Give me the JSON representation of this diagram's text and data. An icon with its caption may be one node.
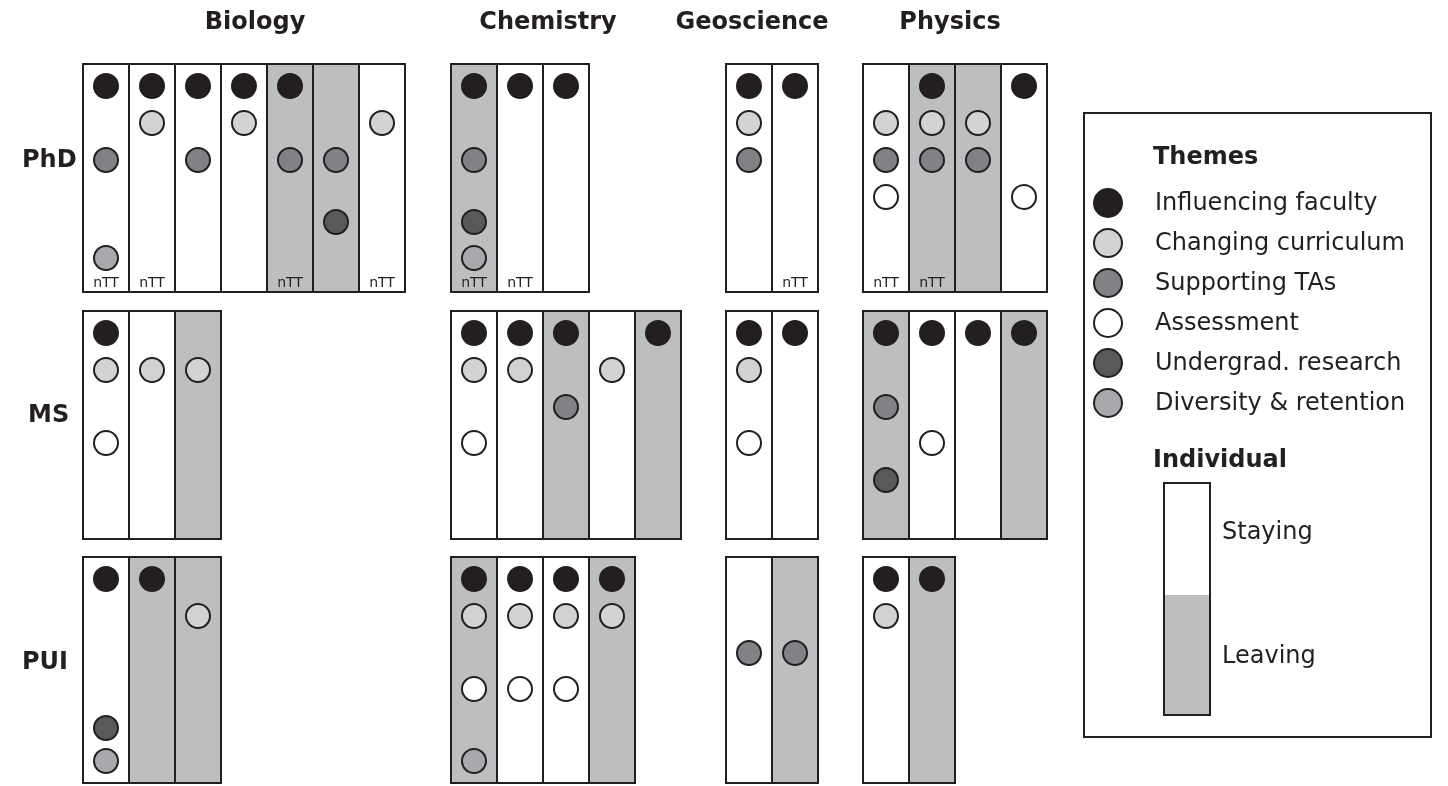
{
  "diagram": {
    "nodes": [
      {
        "text": [
          "nTT"
        ]
      },
      {
        "text": [],
        "shape": "circle",
        "in": 0
      },
      {
        "text": [],
        "shape": "circle",
        "in": 0
      },
      {
        "text": [],
        "shape": "circle",
        "in": 0
      },
      {
        "text": [
          "nTT"
        ]
      },
      {
        "text": [],
        "shape": "circle",
        "in": 4
      },
      {
        "text": [],
        "shape": "circle",
        "in": 4
      },
      {
        "text": [],
        "shape": "bar"
      },
      {
        "text": [],
        "shape": "circle",
        "in": 7
      },
      {
        "text": [],
        "shape": "circle",
        "in": 7
      },
      {
        "text": [],
        "shape": "bar"
      },
      {
        "text": [],
        "shape": "circle",
        "in": 10
      },
      {
        "text": [],
        "shape": "circle",
        "in": 10
      },
      {
        "text": [
          "nTT"
        ]
      },
      {
        "text": [],
        "shape": "circle",
        "in": 13
      },
      {
        "text": [],
        "shape": "circle",
        "in": 13
      },
      {
        "text": [],
        "shape": "bar"
      },
      {
        "text": [],
        "shape": "circle",
        "in": 16
      },
      {
        "text": [],
        "shape": "circle",
        "in": 16
      },
      {
        "text": [
          "nTT"
        ]
      },
      {
        "text": [],
        "shape": "circle",
        "in": 19
      },
      {
        "text": [
          "nTT"
        ]
      },
      {
        "text": [],
        "shape": "circle",
        "in": 21
      },
      {
        "text": [],
        "shape": "circle",
        "in": 21
      },
      {
        "text": [],
        "shape": "circle",
        "in": 21
      },
      {
        "text": [],
        "shape": "circle",
        "in": 21
      },
      {
        "text": [
          "nTT"
        ]
      },
      {
        "text": [],
        "shape": "circle",
        "in": 26
      },
      {
        "text": [],
        "shape": "bar"
      },
      {
        "text": [],
        "shape": "circle",
        "in": 28
      },
      {
        "text": [],
        "shape": "bar"
      },
      {
        "text": [],
        "shape": "circle",
        "in": 30
      },
      {
        "text": [],
        "shape": "circle",
        "in": 30
      },
      {
        "text": [],
        "shape": "circle",
        "in": 30
      },
      {
        "text": [
          "nTT"
        ]
      },
      {
        "text": [],
        "shape": "circle",
        "in": 34
      },
      {
        "text": [
          "nTT"
        ]
      },
      {
        "text": [],
        "shape": "circle",
        "in": 36
      },
      {
        "text": [],
        "shape": "circle",
        "in": 36
      },
      {
        "text": [],
        "shape": "circle",
        "in": 36
      },
      {
        "text": [
          "nTT"
        ]
      },
      {
        "text": [],
        "shape": "circle",
        "in": 40
      },
      {
        "text": [],
        "shape": "circle",
        "in": 40
      },
      {
        "text": [],
        "shape": "circle",
        "in": 40
      },
      {
        "text": [],
        "shape": "bar"
      },
      {
        "text": [],
        "shape": "circle",
        "in": 44
      },
      {
        "text": [],
        "shape": "circle",
        "in": 44
      },
      {
        "text": [],
        "shape": "bar"
      },
      {
        "text": [],
        "shape": "circle",
        "in": 47
      },
      {
        "text": [],
        "shape": "circle",
        "in": 47
      },
      {
        "text": [],
        "shape": "bar"
      },
      {
        "text": [],
        "shape": "circle",
        "in": 50
      },
      {
        "text": [],
        "shape": "circle",
        "in": 50
      },
      {
        "text": [],
        "shape": "circle",
        "in": 50
      },
      {
        "text": [],
        "shape": "bar"
      },
      {
        "text": [],
        "shape": "circle",
        "in": 54
      },
      {
        "text": [],
        "shape": "bar"
      },
      {
        "text": [],
        "shape": "circle",
        "in": 56
      },
      {
        "text": [],
        "shape": "bar"
      },
      {
        "text": [],
        "shape": "circle",
        "in": 58
      },
      {
        "text": [],
        "shape": "circle",
        "in": 58
      },
      {
        "text": [],
        "shape": "circle",
        "in": 58
      },
      {
        "text": [],
        "shape": "bar"
      },
      {
        "text": [],
        "shape": "circle",
        "in": 62
      },
      {
        "text": [],
        "shape": "circle",
        "in": 62
      },
      {
        "text": [],
        "shape": "bar"
      },
      {
        "text": [],
        "shape": "circle",
        "in": 65
      },
      {
        "text": [],
        "shape": "circle",
        "in": 65
      },
      {
        "text": [],
        "shape": "bar"
      },
      {
        "text": [],
        "shape": "circle",
        "in": 68
      },
      {
        "text": [],
        "shape": "bar"
      },
      {
        "text": [],
        "shape": "circle",
        "in": 70
      },
      {
        "text": [],
        "shape": "bar"
      },
      {
        "text": [],
        "shape": "circle",
        "in": 72
      },
      {
        "text": [],
        "shape": "circle",
        "in": 72
      },
      {
        "text": [],
        "shape": "circle",
        "in": 72
      },
      {
        "text": [],
        "shape": "bar"
      },
      {
        "text": [],
        "shape": "circle",
        "in": 76
      },
      {
        "text": [],
        "shape": "bar"
      },
      {
        "text": [],
        "shape": "circle",
        "in": 78
      },
      {
        "text": [],
        "shape": "circle",
        "in": 78
      },
      {
        "text": [],
        "shape": "circle",
        "in": 78
      },
      {
        "text": [],
        "shape": "bar"
      },
      {
        "text": [],
        "shape": "circle",
        "in": 82
      },
      {
        "text": [],
        "shape": "circle",
        "in": 82
      },
      {
        "text": [],
        "shape": "bar"
      },
      {
        "text": [],
        "shape": "circle",
        "in": 85
      },
      {
        "text": [],
        "shape": "bar"
      },
      {
        "text": [],
        "shape": "circle",
        "in": 87
      },
      {
        "text": [],
        "shape": "bar"
      },
      {
        "text": [],
        "shape": "circle",
        "in": 89
      },
      {
        "text": [],
        "shape": "circle",
        "in": 89
      },
      {
        "text": [],
        "shape": "circle",
        "in": 89
      },
      {
        "text": [],
        "shape": "bar"
      },
      {
        "text": [],
        "shape": "circle",
        "in": 93
      },
      {
        "text": [],
        "shape": "bar"
      },
      {
        "text": [],
        "shape": "circle",
        "in": 95
      },
      {
        "text": [],
        "shape": "bar"
      },
      {
        "text": [],
        "shape": "circle",
        "in": 97
      },
      {
        "text": [],
        "shape": "circle",
        "in": 97
      },
      {
        "text": [],
        "shape": "circle",
        "in": 97
      },
      {
        "text": [],
        "shape": "circle",
        "in": 97
      },
      {
        "text": [],
        "shape": "bar"
      },
      {
        "text": [],
        "shape": "circle",
        "in": 102
      },
      {
        "text": [],
        "shape": "circle",
        "in": 102
      },
      {
        "text": [],
        "shape": "circle",
        "in": 102
      },
      {
        "text": [],
        "shape": "bar"
      },
      {
        "text": [],
        "shape": "circle",
        "in": 106
      },
      {
        "text": [],
        "shape": "circle",
        "in": 106
      },
      {
        "text": [],
        "shape": "circle",
        "in": 106
      },
      {
        "text": [],
        "shape": "bar"
      },
      {
        "text": [],
        "shape": "circle",
        "in": 110
      },
      {
        "text": [],
        "shape": "circle",
        "in": 110
      },
      {
        "text": [],
        "shape": "bar"
      },
      {
        "text": [],
        "shape": "circle",
        "in": 113
      },
      {
        "text": [],
        "shape": "bar"
      },
      {
        "text": [],
        "shape": "circle",
        "in": 115
      },
      {
        "text": [],
        "shape": "bar"
      },
      {
        "text": [],
        "shape": "circle",
        "in": 117
      },
      {
        "text": [],
        "shape": "circle",
        "in": 117
      },
      {
        "text": [],
        "shape": "bar"
      },
      {
        "text": [],
        "shape": "circle",
        "in": 120
      }
    ],
    "labels": [
      "Biology",
      "Chemistry",
      "Geoscience",
      "Physics",
      "PhD",
      "MS",
      "PUI",
      "Themes",
      "Individual"
    ],
    "legend": [
      {
        "text": "Influencing faculty",
        "color": "#231f20"
      },
      {
        "text": "Changing curriculum",
        "color": "#d1d3d4"
      },
      {
        "text": "Supporting TAs",
        "color": "#808285"
      },
      {
        "text": "Assessment",
        "color": "#ffffff"
      },
      {
        "text": "Undergrad. research",
        "color": "#58595b"
      },
      {
        "text": "Diversity & retention",
        "color": "#a7a9ac"
      },
      {
        "text": "Staying",
        "color": "#ffffff"
      },
      {
        "text": "Leaving",
        "color": "#bcbec0"
      }
    ]
  }
}
